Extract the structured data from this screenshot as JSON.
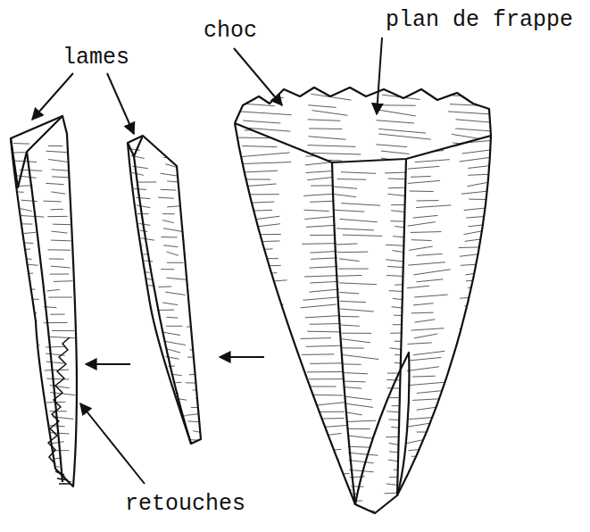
{
  "diagram": {
    "labels": [
      "lames",
      "choc",
      "plan de frappe",
      "retouches"
    ]
  }
}
